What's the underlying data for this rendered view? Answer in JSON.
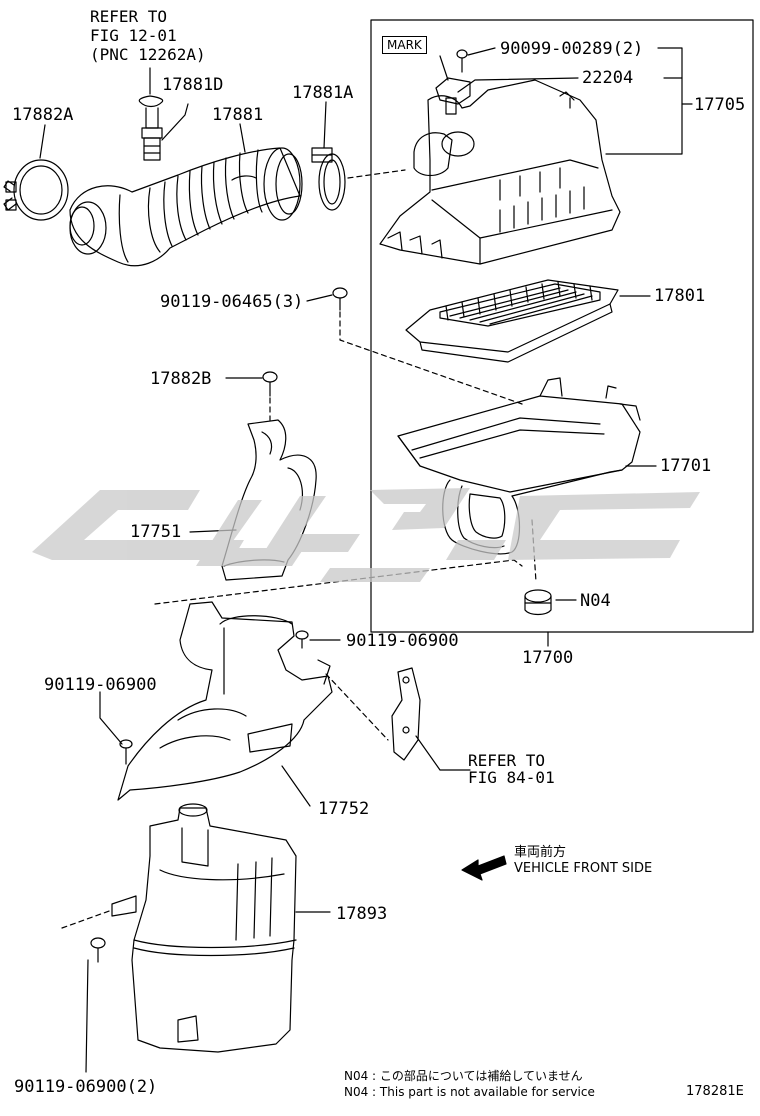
{
  "diagram_id": "178281E",
  "watermark_text": "ᓚᓗᑯ",
  "refer_top": [
    "REFER TO",
    "FIG 12-01",
    "(PNC 12262A)"
  ],
  "refer_fig84": [
    "REFER TO",
    "FIG 84-01"
  ],
  "mark_label": "MARK",
  "parts": {
    "p17882A": "17882A",
    "p17881D": "17881D",
    "p17881": "17881",
    "p17881A": "17881A",
    "p90099": "90099-00289(2)",
    "p22204": "22204",
    "p17705": "17705",
    "p90119_06465": "90119-06465(3)",
    "p17801": "17801",
    "p17882B": "17882B",
    "p17701": "17701",
    "p17751": "17751",
    "pN04": "N04",
    "p17700": "17700",
    "p90119_06900_a": "90119-06900",
    "p90119_06900_b": "90119-06900",
    "p17752": "17752",
    "p17893": "17893",
    "p90119_06900_2": "90119-06900(2)"
  },
  "direction": {
    "jp": "車両前方",
    "en": "VEHICLE FRONT SIDE"
  },
  "notes": [
    "N04 : この部品については補給していません",
    "N04 : This part is not available for service"
  ]
}
